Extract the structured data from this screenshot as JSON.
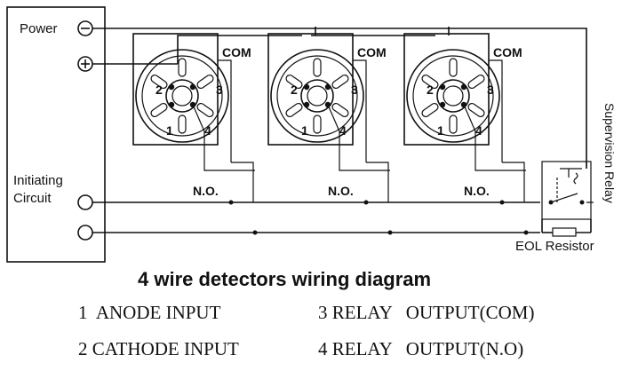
{
  "panel": {
    "power_label": "Power",
    "minus_symbol": "−",
    "plus_symbol": "+",
    "initiating_label_1": "Initiating",
    "initiating_label_2": "Circuit"
  },
  "detectors": [
    {
      "com_label": "COM",
      "no_label": "N.O.",
      "terminals": [
        "1",
        "2",
        "3",
        "4"
      ]
    },
    {
      "com_label": "COM",
      "no_label": "N.O.",
      "terminals": [
        "1",
        "2",
        "3",
        "4"
      ]
    },
    {
      "com_label": "COM",
      "no_label": "N.O.",
      "terminals": [
        "1",
        "2",
        "3",
        "4"
      ]
    }
  ],
  "relay": {
    "label": "Supervision Relay"
  },
  "resistor": {
    "label": "EOL Resistor"
  },
  "title": "4 wire detectors wiring diagram",
  "legend": {
    "item1": "1  ANODE INPUT",
    "item2": "2 CATHODE INPUT",
    "item3": "3 RELAY   OUTPUT(COM)",
    "item4": "4 RELAY   OUTPUT(N.O)"
  }
}
